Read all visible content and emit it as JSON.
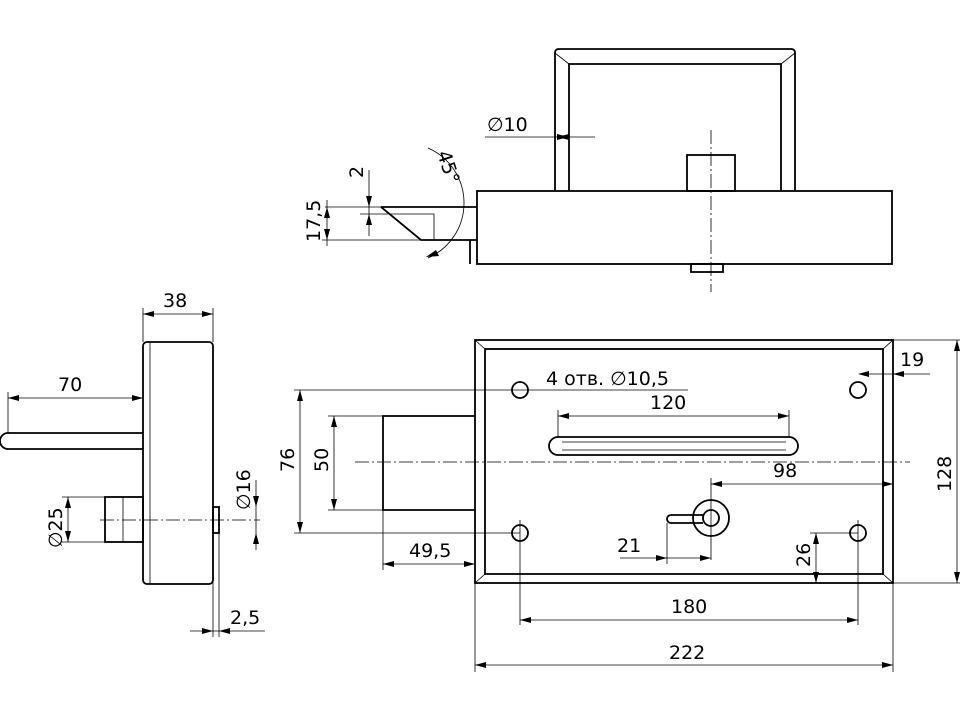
{
  "labels": {
    "hole_dia_10": "∅10",
    "angle_45": "45°",
    "offset_2": "2",
    "height_17_5": "17,5",
    "depth_38": "38",
    "bolt_70": "70",
    "dia_25": "∅25",
    "dia_16": "∅16",
    "plate_2_5": "2,5",
    "holes_note": "4 отв. ∅10,5",
    "slot_120": "120",
    "edge_19": "19",
    "height_76": "76",
    "height_50": "50",
    "width_98": "98",
    "height_128": "128",
    "width_49_5": "49,5",
    "key_21": "21",
    "hole_26": "26",
    "holes_180": "180",
    "width_222": "222"
  }
}
